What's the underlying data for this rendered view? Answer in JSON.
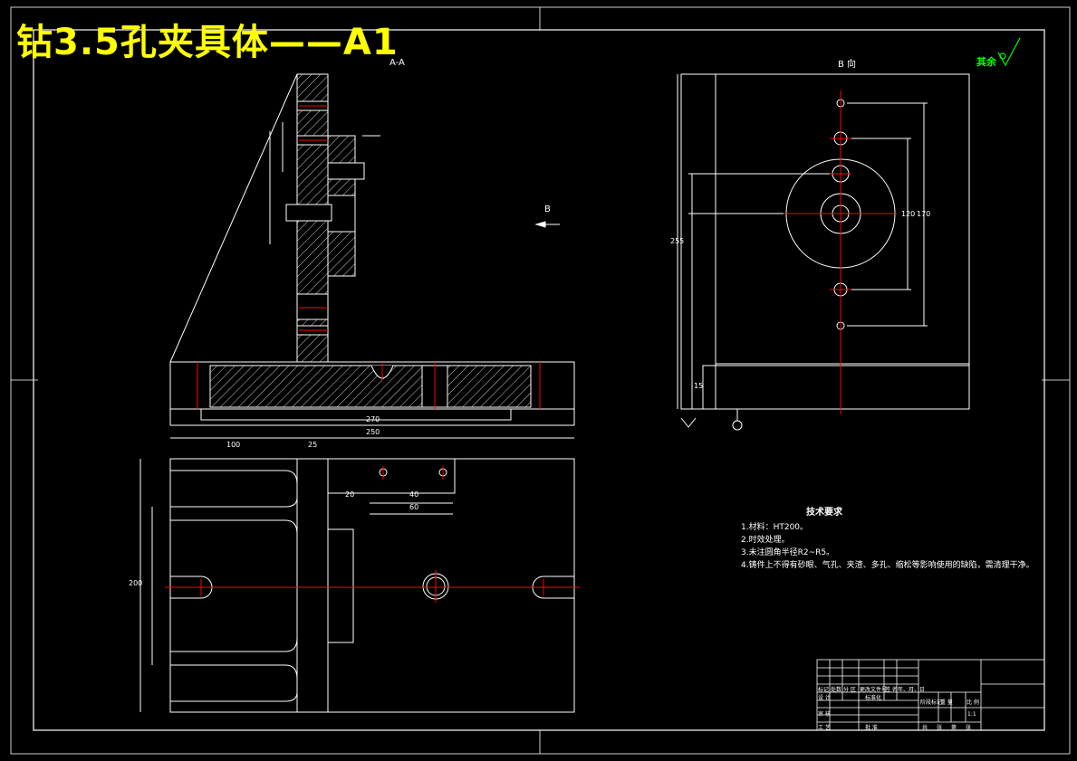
{
  "title": "钻3.5孔夹具体——A1",
  "views": {
    "section_label": "A-A",
    "view_b_label": "B 向",
    "direction_marker": "B"
  },
  "roughness_note": "其余",
  "dimensions": {
    "d_270": "270",
    "d_250": "250",
    "d_100": "100",
    "d_25": "25",
    "d_200": "200",
    "d_20": "20",
    "d_40": "40",
    "d_60": "60",
    "d_255": "255",
    "d_120": "120",
    "d_170": "170",
    "d_15": "15"
  },
  "tech_requirements": {
    "title": "技术要求",
    "items": [
      "1.材料：HT200。",
      "2.时效处理。",
      "3.未注圆角半径R2~R5。",
      "4.铸件上不得有砂眼、气孔、夹渣、多孔、缩松等影响使用的缺陷，需清理干净。"
    ]
  },
  "title_block": {
    "row_labels": [
      "标记",
      "处数",
      "分 区",
      "更改文件号",
      "签 名",
      "年、月、日"
    ],
    "left_labels": [
      "设 计",
      "审 核",
      "工 艺"
    ],
    "mid_labels": [
      "标准化",
      "批 准"
    ],
    "right_labels": [
      "阶段标记",
      "重 量",
      "比 例",
      "共",
      "张",
      "第",
      "张"
    ],
    "scale": "1:1"
  },
  "colors": {
    "background": "#000000",
    "line": "#ffffff",
    "center": "#ff0000",
    "title": "#ffff00",
    "roughness": "#00ff00"
  }
}
